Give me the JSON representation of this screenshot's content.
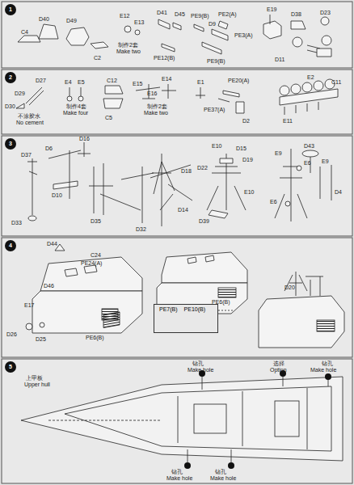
{
  "diagram": {
    "nodes": [
      {
        "text": [
          "1"
        ]
      },
      {
        "text": [
          "2"
        ]
      },
      {
        "text": [
          "3"
        ]
      },
      {
        "text": [
          "4"
        ]
      },
      {
        "text": [
          "PE7(B)",
          "PE10(B)"
        ]
      },
      {
        "text": [
          "5"
        ]
      }
    ],
    "labels": [
      "C4",
      "D40",
      "D49",
      "E12",
      "E13",
      "制作2套",
      "Make two",
      "D41",
      "D45",
      "PE9(B)",
      "PE2(A)",
      "D9",
      "PE3(A)",
      "E19",
      "D38",
      "D23",
      "C2",
      "PE12(B)",
      "PE9(B)",
      "D11",
      "D30",
      "D29",
      "D27",
      "不涂胶水",
      "No cement",
      "E4",
      "E5",
      "制作4套",
      "Make four",
      "C12",
      "C5",
      "E15",
      "E14",
      "E16",
      "制作2套",
      "Make two",
      "E1",
      "PE20(A)",
      "PE37(A)",
      "D2",
      "E2",
      "C11",
      "E11",
      "D37",
      "D6",
      "D16",
      "D10",
      "D33",
      "D35",
      "D32",
      "D18",
      "D14",
      "E10",
      "D15",
      "D22",
      "D19",
      "E10",
      "D39",
      "E9",
      "D43",
      "E6",
      "E9",
      "E6",
      "D4",
      "D44",
      "C24",
      "PE24(A)",
      "D46",
      "E17",
      "D26",
      "D25",
      "PE6(B)",
      "PE6(B)",
      "D20",
      "上甲板",
      "Upper hull",
      "钻孔",
      "Make hole",
      "选择",
      "Option",
      "钻孔",
      "Make hole",
      "钻孔",
      "Make hole",
      "钻孔",
      "Make hole"
    ]
  }
}
